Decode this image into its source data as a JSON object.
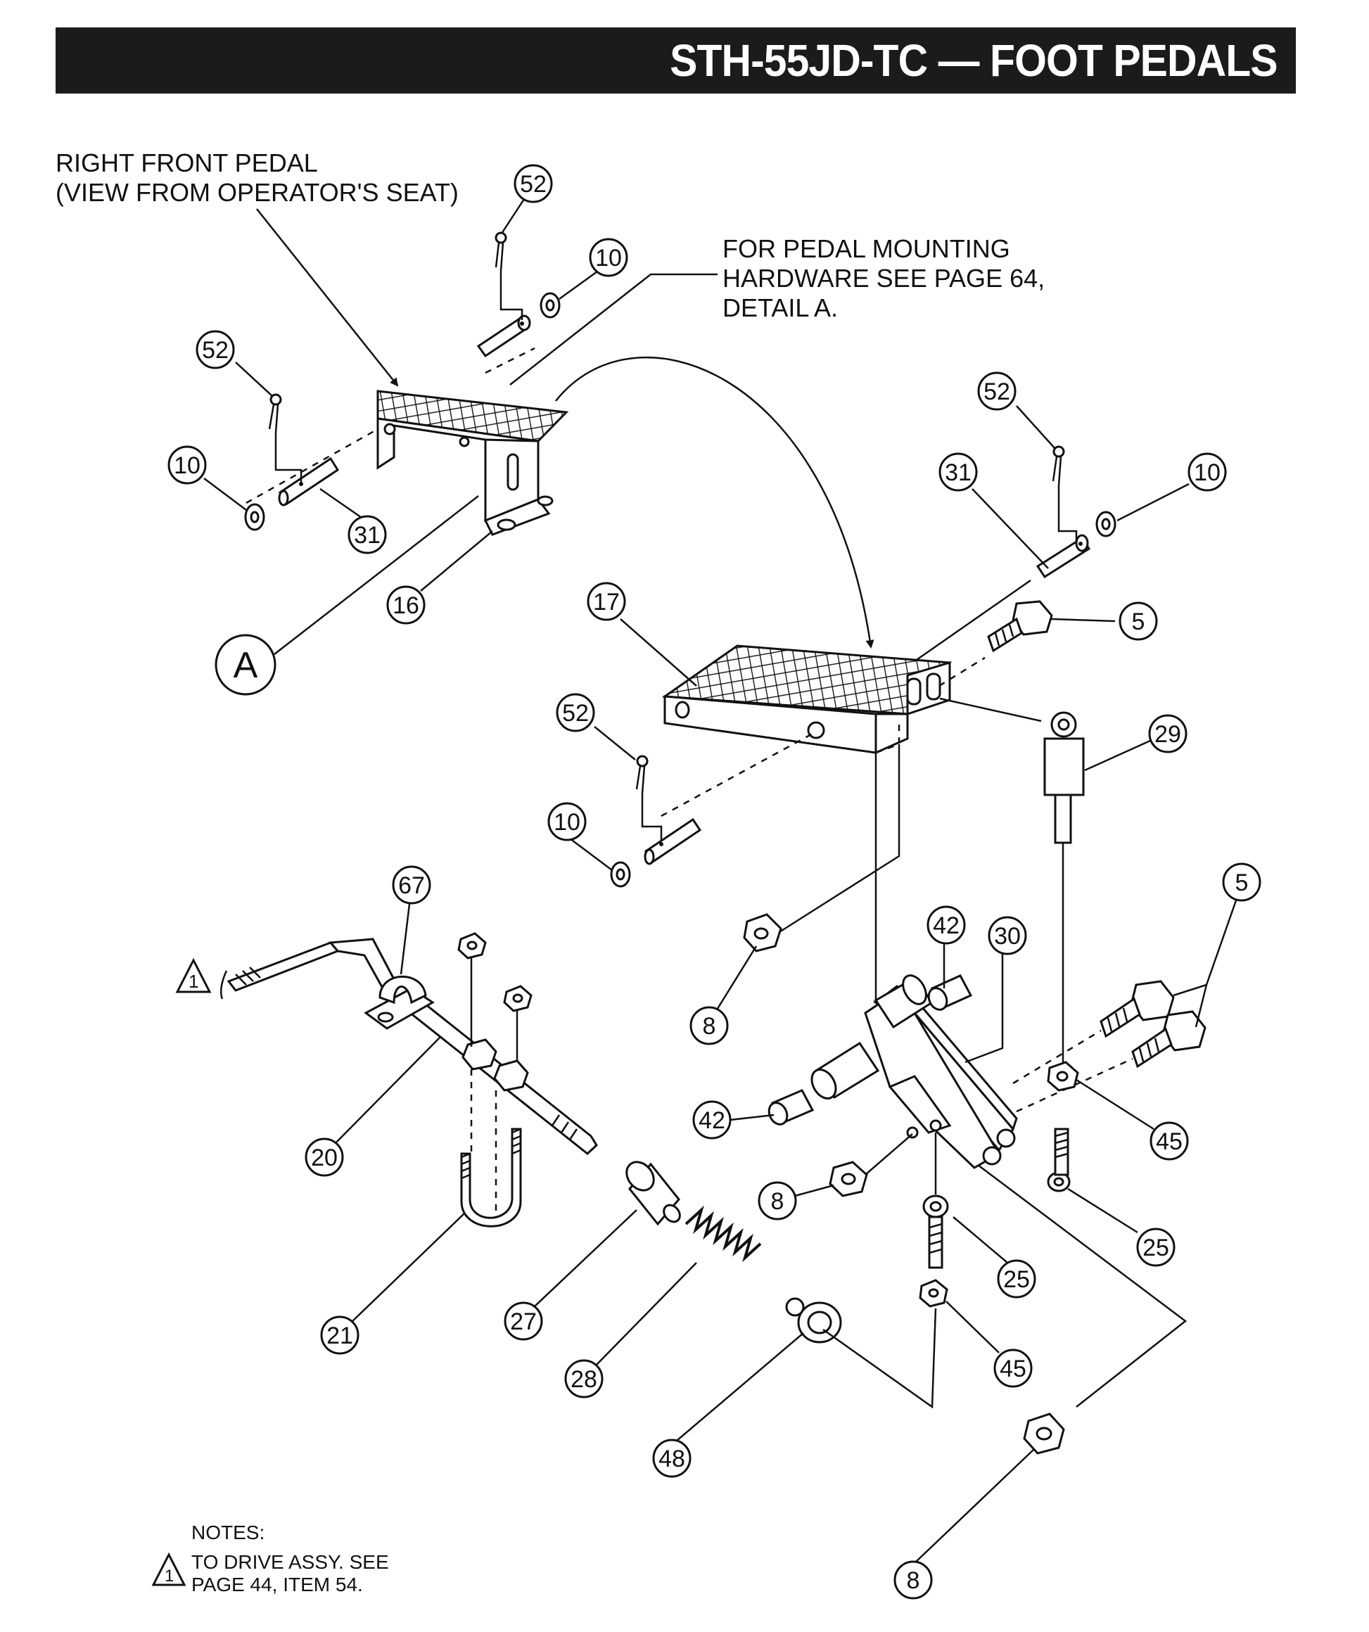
{
  "title": "STH-55JD-TC — FOOT PEDALS",
  "captions": {
    "right_front_pedal": [
      "RIGHT FRONT PEDAL",
      "(VIEW FROM OPERATOR'S  SEAT)"
    ],
    "mounting_hardware": [
      "FOR PEDAL MOUNTING",
      "HARDWARE SEE PAGE 64,",
      "DETAIL A."
    ]
  },
  "detail_marker": "A",
  "callouts": [
    {
      "id": "c1",
      "num": "52"
    },
    {
      "id": "c2",
      "num": "10"
    },
    {
      "id": "c3",
      "num": "52"
    },
    {
      "id": "c4",
      "num": "10"
    },
    {
      "id": "c5",
      "num": "31"
    },
    {
      "id": "c6",
      "num": "16"
    },
    {
      "id": "c7",
      "num": "52"
    },
    {
      "id": "c8",
      "num": "31"
    },
    {
      "id": "c9",
      "num": "10"
    },
    {
      "id": "c10",
      "num": "5"
    },
    {
      "id": "c11",
      "num": "17"
    },
    {
      "id": "c12",
      "num": "29"
    },
    {
      "id": "c13",
      "num": "52"
    },
    {
      "id": "c14",
      "num": "10"
    },
    {
      "id": "c15",
      "num": "67"
    },
    {
      "id": "c16",
      "num": "5"
    },
    {
      "id": "c17",
      "num": "42"
    },
    {
      "id": "c18",
      "num": "30"
    },
    {
      "id": "c19",
      "num": "8"
    },
    {
      "id": "c20",
      "num": "42"
    },
    {
      "id": "c21",
      "num": "45"
    },
    {
      "id": "c22",
      "num": "20"
    },
    {
      "id": "c23",
      "num": "8"
    },
    {
      "id": "c24",
      "num": "25"
    },
    {
      "id": "c25",
      "num": "25"
    },
    {
      "id": "c26",
      "num": "21"
    },
    {
      "id": "c27",
      "num": "27"
    },
    {
      "id": "c28",
      "num": "28"
    },
    {
      "id": "c29",
      "num": "45"
    },
    {
      "id": "c30",
      "num": "48"
    },
    {
      "id": "c31",
      "num": "8"
    }
  ],
  "flag_note_number": "1",
  "notes": {
    "heading": "NOTES:",
    "lines": [
      "TO DRIVE ASSY. SEE",
      "PAGE 44, ITEM 54."
    ],
    "flag": "1"
  }
}
